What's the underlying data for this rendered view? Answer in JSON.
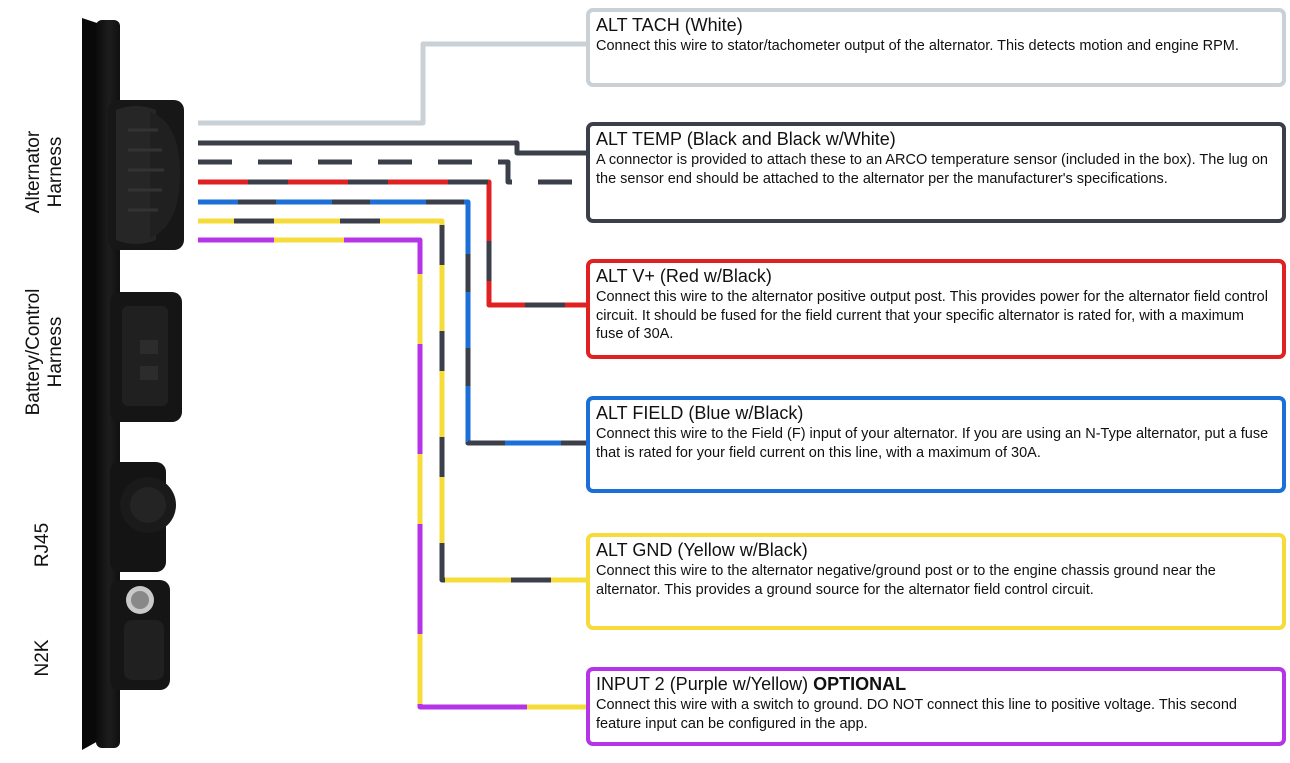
{
  "side_labels": {
    "alternator": "Alternator\nHarness",
    "battery_control": "Battery/Control\nHarness",
    "rj45": "RJ45",
    "n2k": "N2K"
  },
  "colors": {
    "white": "#c9d0d6",
    "black": "#3b3f49",
    "red": "#e02121",
    "blue": "#1b6fd6",
    "yellow": "#f6dc3a",
    "purple": "#b634e8"
  },
  "callouts": {
    "alt_tach": {
      "title": "ALT TACH (White)",
      "desc": "Connect this wire to stator/tachometer output of the alternator.  This detects motion and engine RPM.",
      "color": "#c9d0d6"
    },
    "alt_temp": {
      "title": "ALT TEMP (Black and Black w/White)",
      "desc": "A connector is provided to attach these to an ARCO temperature sensor (included in the box).  The lug on the sensor end should be attached to the alternator per the manufacturer's specifications.",
      "color": "#3b3f49"
    },
    "alt_vplus": {
      "title": "ALT V+ (Red w/Black)",
      "desc": "Connect this wire to the alternator positive output post.  This provides power for the alternator field control circuit.  It should be fused for the field current that your specific alternator is rated for, with a maximum fuse of 30A.",
      "color": "#e02121"
    },
    "alt_field": {
      "title": "ALT FIELD (Blue w/Black)",
      "desc": "Connect this wire to the Field (F) input of your alternator.  If you are using an N-Type alternator, put a fuse that is rated for your field current on this line, with a maximum of 30A.",
      "color": "#1b6fd6"
    },
    "alt_gnd": {
      "title": "ALT GND (Yellow w/Black)",
      "desc": "Connect this wire to the alternator negative/ground post or to the engine chassis ground near the alternator.  This provides a ground source for the alternator field control circuit.",
      "color": "#f6dc3a"
    },
    "input2": {
      "title": "INPUT 2 (Purple w/Yellow)",
      "title_bold": "OPTIONAL",
      "desc": "Connect this wire with a switch to ground.  DO NOT connect this line to positive voltage.  This second feature input can be configured in the app.",
      "color": "#b634e8"
    }
  }
}
